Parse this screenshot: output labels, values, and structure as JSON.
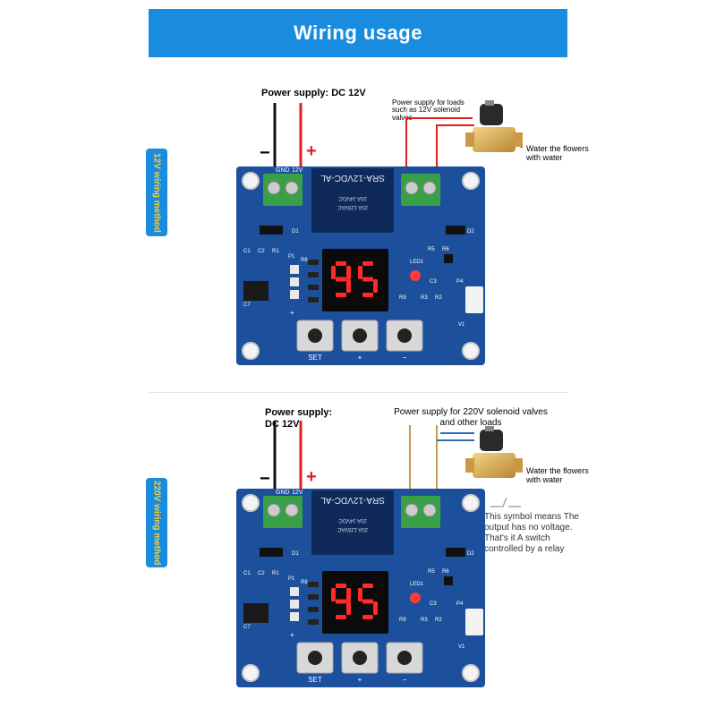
{
  "header": {
    "title": "Wiring usage"
  },
  "section_12v": {
    "tab_label": "12V wiring method",
    "power_supply_label": "Power supply: DC 12V",
    "load_supply_label": "Power supply for loads such as 12V solenoid valves",
    "water_label": "Water the flowers with water",
    "minus_sign": "−",
    "plus_sign": "+"
  },
  "section_220v": {
    "tab_label": "220V wiring method",
    "power_supply_label": "Power supply: DC 12V",
    "load_supply_label": "Power supply for 220V solenoid valves and other loads",
    "water_label": "Water the flowers with water",
    "symbol_note": "This symbol means The output has no voltage. That's it A switch controlled by a relay",
    "minus_sign": "−",
    "plus_sign": "+"
  },
  "board": {
    "relay_text": "SRA-12VDC-AL",
    "relay_rating1": "20A 14VDC",
    "relay_rating2": "20A 125VAC",
    "display_value": "95",
    "button_labels": [
      "SET",
      "+",
      "−"
    ],
    "silk": {
      "gnd": "GND",
      "v12": "12V",
      "d1": "D1",
      "d2": "D2",
      "c1": "C1",
      "c2": "C2",
      "r1": "R1",
      "p1": "P1",
      "r8": "R8",
      "led1": "LED1",
      "r5": "R5",
      "r6": "R6",
      "c3": "C3",
      "r9": "R9",
      "r3": "R3",
      "r2": "R2",
      "p4": "P4",
      "v1": "V1",
      "c7": "C7",
      "plus": "+"
    }
  },
  "colors": {
    "banner": "#1a8ce0",
    "pcb": "#1c4f9c",
    "wire_negative": "#111111",
    "wire_positive": "#e11f1f",
    "wire_load_220v": "#c49a50",
    "wire_load_blue": "#2b6cb0",
    "terminal": "#3aa048",
    "display_digits": "#ff2a2a",
    "tab_text": "#f2d23a"
  },
  "icons": [
    "solenoid-valve-icon",
    "relay-switch-symbol-icon"
  ]
}
